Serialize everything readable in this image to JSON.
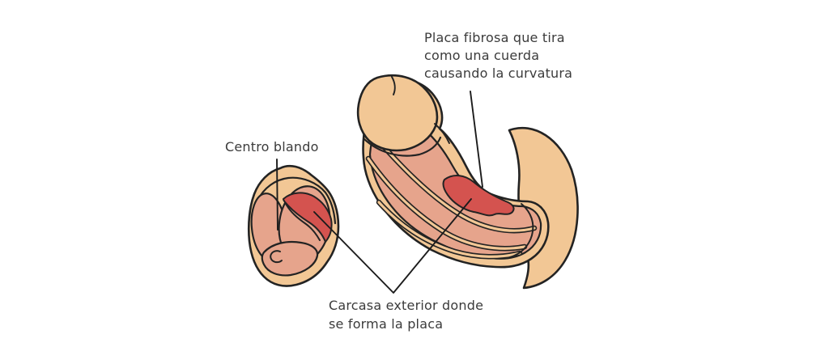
{
  "figure": {
    "labels": {
      "fibrous_plaque": "Placa fibrosa que tira\ncomo una cuerda\ncausando la curvatura",
      "soft_center": "Centro blando",
      "outer_shell": "Carcasa exterior donde\nse forma la placa"
    },
    "colors": {
      "background": "#ffffff",
      "skin": "#f2c795",
      "inner_tissue": "#e6a48c",
      "plaque": "#d4534f",
      "outline": "#232323",
      "leader_line": "#1c1c1c",
      "text": "#3b3b3b"
    }
  }
}
